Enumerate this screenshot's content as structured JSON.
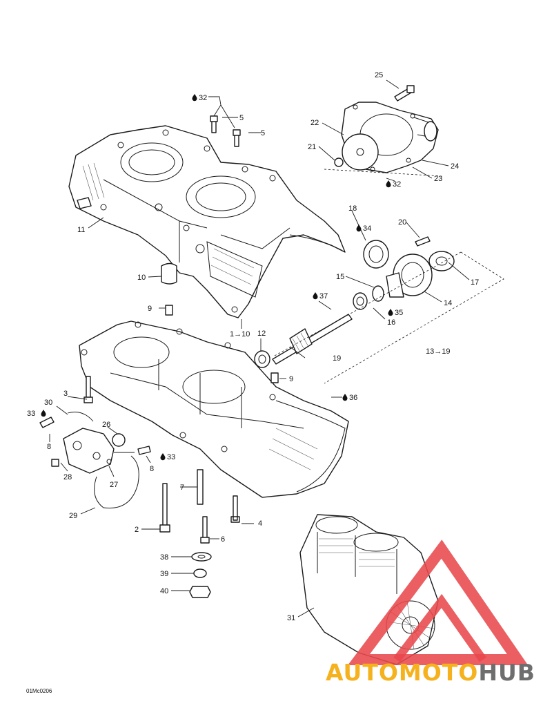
{
  "callouts": {
    "c25": "25",
    "c32a": "32",
    "c5a": "5",
    "c5b": "5",
    "c22": "22",
    "c21": "21",
    "c24": "24",
    "c23": "23",
    "c32b": "32",
    "c11": "11",
    "c18": "18",
    "c34": "34",
    "c20": "20",
    "c10": "10",
    "c15": "15",
    "c17": "17",
    "c14": "14",
    "c37": "37",
    "c35": "35",
    "c16": "16",
    "c9a": "9",
    "c12": "12",
    "c1": "1→10",
    "c19": "19",
    "c13": "13→19",
    "c9b": "9",
    "c3": "3",
    "c36": "36",
    "c30": "30",
    "c33a": "33",
    "c26": "26",
    "c8a": "8",
    "c33b": "33",
    "c8b": "8",
    "c28": "28",
    "c27": "27",
    "c7": "7",
    "c29": "29",
    "c4": "4",
    "c2": "2",
    "c6": "6",
    "c38": "38",
    "c39": "39",
    "c40": "40",
    "c31": "31"
  },
  "drawing_code": "01Mc0206",
  "watermark": {
    "part1": "AUTOMOTO",
    "part2": "HUB",
    "color_part1": "#f5b21e",
    "color_part2": "#6e6e6e",
    "triangle_color": "#e8484c"
  },
  "icons": {
    "loctite_drop": "drop-icon"
  }
}
